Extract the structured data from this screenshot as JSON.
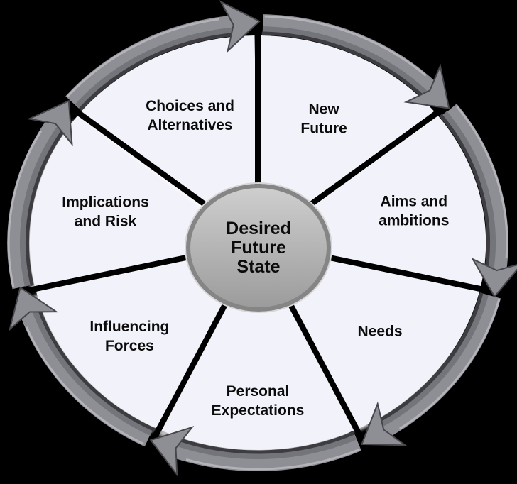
{
  "title": "Desired Future State cycle diagram",
  "flow_direction": "clockwise",
  "center": {
    "label": "Desired Future State",
    "lines": [
      "Desired",
      "Future",
      "State"
    ]
  },
  "segments": [
    {
      "label": "New Future",
      "lines": [
        "New",
        "Future"
      ]
    },
    {
      "label": "Aims and ambitions",
      "lines": [
        "Aims and",
        "ambitions"
      ]
    },
    {
      "label": "Needs",
      "lines": [
        "Needs"
      ]
    },
    {
      "label": "Personal Expectations",
      "lines": [
        "Personal",
        "Expectations"
      ]
    },
    {
      "label": "Influencing Forces",
      "lines": [
        "Influencing",
        "Forces"
      ]
    },
    {
      "label": "Implications and Risk",
      "lines": [
        "Implications",
        "and Risk"
      ]
    },
    {
      "label": "Choices and Alternatives",
      "lines": [
        "Choices and",
        "Alternatives"
      ]
    }
  ],
  "colors": {
    "background": "#000000",
    "segment_fill": "#f2f2fa",
    "segment_shadow": "#ffffff",
    "arrow_band": "#8e8e95",
    "arrow_band_inner": "#74747b",
    "arrow_band_edge_dark": "#3c3c41",
    "arrow_band_highlight": "#b3b3b9",
    "arrow_outline": "#46464b",
    "center_fill_top": "#cfcfcf",
    "center_fill_bottom": "#9b9b9b",
    "center_ring": "#858585",
    "center_rim_light": "#d6d6d6",
    "text": "#0b0b0b"
  }
}
